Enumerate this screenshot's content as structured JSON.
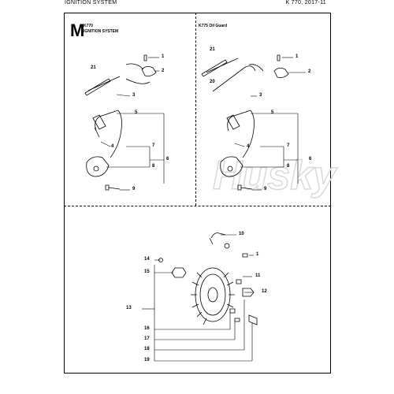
{
  "header": {
    "left": "IGNITION SYSTEM",
    "right": "K 770, 2017-11"
  },
  "panels": {
    "section_letter": "M",
    "left_model": "K770",
    "left_title": "IGNITION SYSTEM",
    "right_title": "K775 Oil Guard"
  },
  "callouts": {
    "left": [
      "1",
      "2",
      "21",
      "3",
      "5",
      "4",
      "7",
      "6",
      "8",
      "9"
    ],
    "right": [
      "21",
      "1",
      "2",
      "20",
      "3",
      "5",
      "4",
      "7",
      "6",
      "8",
      "9"
    ],
    "bottom": [
      "10",
      "1",
      "14",
      "15",
      "11",
      "12",
      "13",
      "16",
      "17",
      "18",
      "19"
    ]
  },
  "watermark": "Husky",
  "colors": {
    "line": "#000000",
    "watermark": "#d9d9d9"
  }
}
